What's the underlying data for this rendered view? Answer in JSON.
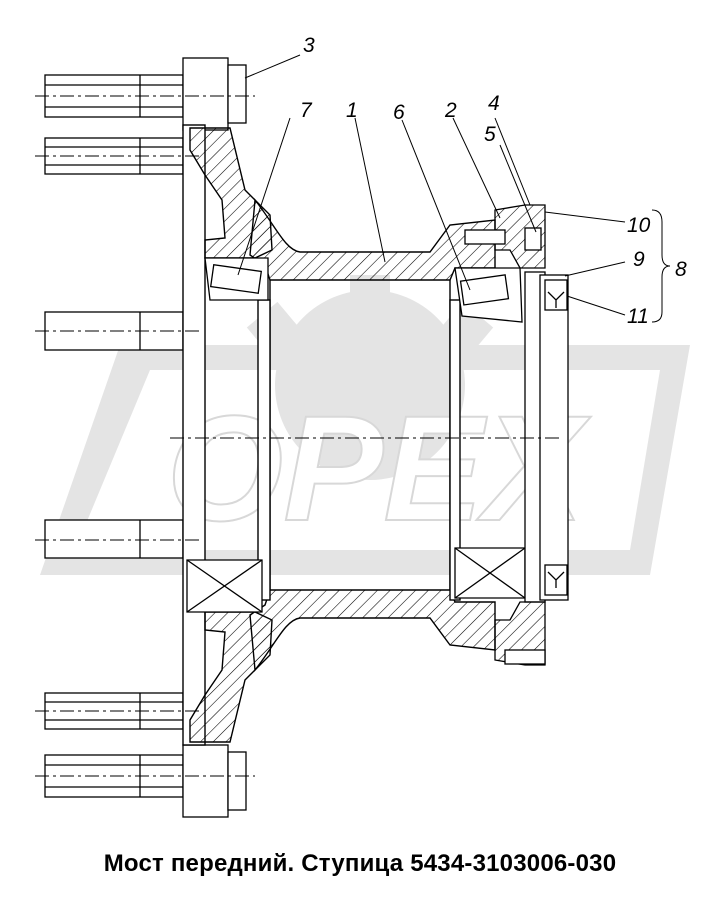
{
  "caption": "Мост передний. Ступица 5434-3103006-030",
  "watermark": {
    "text": "OPEX",
    "color": "#e2e2e2"
  },
  "callouts": {
    "c1": "1",
    "c2": "2",
    "c3": "3",
    "c4": "4",
    "c5": "5",
    "c6": "6",
    "c7": "7",
    "c8": "8",
    "c9": "9",
    "c10": "10",
    "c11": "11"
  },
  "colors": {
    "line": "#000000",
    "hatch": "#000000",
    "background": "#ffffff"
  }
}
